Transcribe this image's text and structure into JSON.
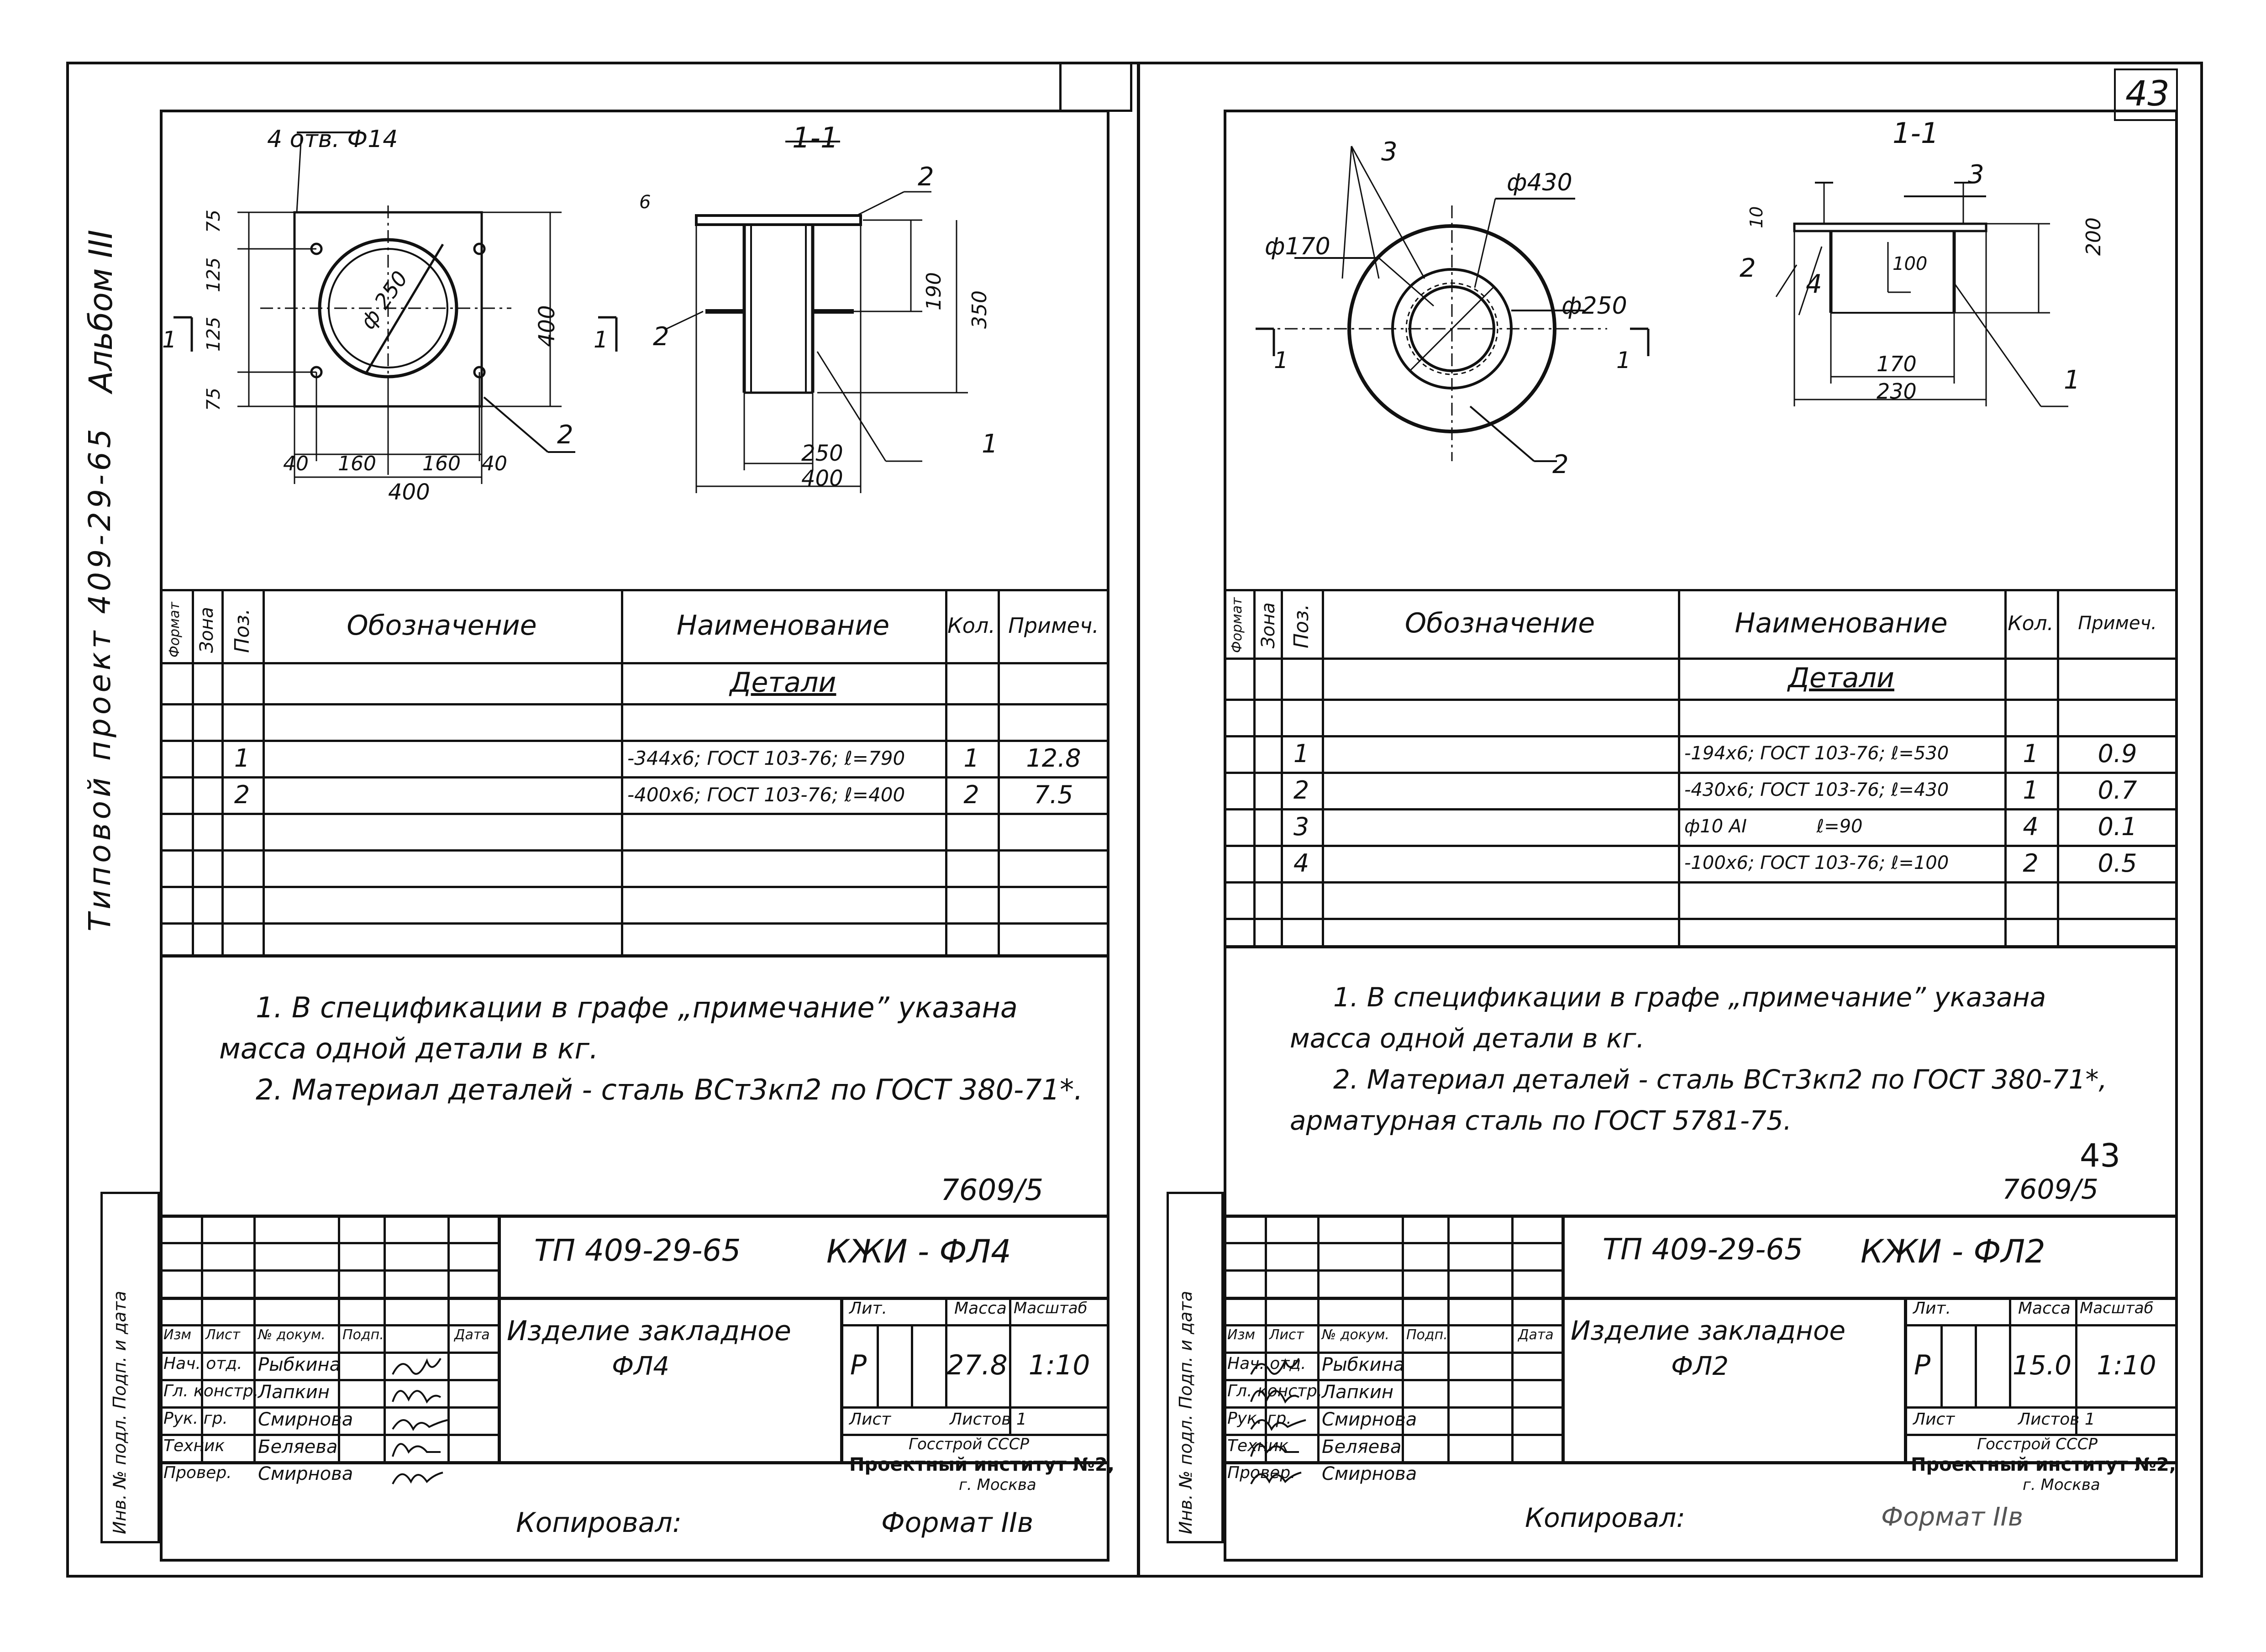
{
  "page_number": "43",
  "side_margin": {
    "album": "Альбом III",
    "project": "Типовой проект 409-29-65"
  },
  "left_sheet": {
    "drawing": {
      "section_label": "1-1",
      "hole_note": "4 отв. Ф14",
      "plan_dims": [
        "75",
        "125",
        "125",
        "75",
        "40",
        "160",
        "160",
        "40",
        "400",
        "400"
      ],
      "plan_diameter": "ф 250",
      "section_dims": [
        "6",
        "190",
        "350",
        "250",
        "400"
      ],
      "leaders": [
        "2",
        "2",
        "2",
        "1"
      ],
      "cut_marks": [
        "1",
        "1"
      ]
    },
    "table": {
      "headers": {
        "format": "Формат",
        "zone": "Зона",
        "pos": "Поз.",
        "designation": "Обозначение",
        "name": "Наименование",
        "qty": "Кол.",
        "note": "Примеч."
      },
      "section_title": "Детали",
      "rows": [
        {
          "pos": "1",
          "name": "-344х6; ГОСТ 103-76; ℓ=790",
          "qty": "1",
          "note": "12.8"
        },
        {
          "pos": "2",
          "name": "-400х6; ГОСТ 103-76; ℓ=400",
          "qty": "2",
          "note": "7.5"
        }
      ]
    },
    "notes": [
      "1. В спецификации в графе „примечание” указана",
      "масса одной детали в кг.",
      "2. Материал деталей - сталь ВСт3кп2 по ГОСТ 380-71*."
    ],
    "sheet_code": "7609/5",
    "title_block": {
      "doc_code": "ТП 409-29-65",
      "item_code": "КЖИ - ФЛ4",
      "item_name_1": "Изделие закладное",
      "item_name_2": "ФЛ4",
      "col_heads": [
        "Изм",
        "Лист",
        "№ докум.",
        "Подп.",
        "Дата"
      ],
      "roles": [
        "Нач. отд.",
        "Гл. констр.",
        "Рук. гр.",
        "Техник",
        "Провер."
      ],
      "names": [
        "Рыбкина",
        "Лапкин",
        "Смирнова",
        "Беляева",
        "Смирнова"
      ],
      "lit_label": "Лит.",
      "mass_label": "Масса",
      "scale_label": "Масштаб",
      "lit": "Р",
      "mass": "27.8",
      "scale": "1:10",
      "sheet_label": "Лист",
      "sheets_label": "Листов 1",
      "org_1": "Госстрой СССР",
      "org_2": "Проектный институт №2,",
      "org_3": "г. Москва",
      "side_label": "Инв. № подл.  Подп. и дата"
    },
    "copied": "Копировал:",
    "format": "Формат IIв"
  },
  "right_sheet": {
    "drawing": {
      "section_label": "1-1",
      "diameters": [
        "ф430",
        "ф170",
        "ф250"
      ],
      "leaders": [
        "3",
        "2",
        "3",
        "2",
        "4",
        "1"
      ],
      "section_dims": [
        "10",
        "200",
        "100",
        "170",
        "230"
      ],
      "cut_marks": [
        "1",
        "1"
      ]
    },
    "table": {
      "headers": {
        "format": "Формат",
        "zone": "Зона",
        "pos": "Поз.",
        "designation": "Обозначение",
        "name": "Наименование",
        "qty": "Кол.",
        "note": "Примеч."
      },
      "section_title": "Детали",
      "rows": [
        {
          "pos": "1",
          "name": "-194х6; ГОСТ 103-76; ℓ=530",
          "qty": "1",
          "note": "0.9"
        },
        {
          "pos": "2",
          "name": "-430х6; ГОСТ 103-76; ℓ=430",
          "qty": "1",
          "note": "0.7"
        },
        {
          "pos": "3",
          "name": "ф10 АI            ℓ=90",
          "qty": "4",
          "note": "0.1"
        },
        {
          "pos": "4",
          "name": "-100х6; ГОСТ 103-76; ℓ=100",
          "qty": "2",
          "note": "0.5"
        }
      ]
    },
    "notes": [
      "1. В спецификации в графе „примечание” указана",
      "масса одной детали в кг.",
      "2. Материал деталей - сталь ВСт3кп2 по ГОСТ 380-71*,",
      "арматурная сталь по ГОСТ 5781-75."
    ],
    "page_handwritten": "43",
    "sheet_code": "7609/5",
    "title_block": {
      "doc_code": "ТП 409-29-65",
      "item_code": "КЖИ - ФЛ2",
      "item_name_1": "Изделие закладное",
      "item_name_2": "ФЛ2",
      "col_heads": [
        "Изм",
        "Лист",
        "№ докум.",
        "Подп.",
        "Дата"
      ],
      "roles": [
        "Нач. отд.",
        "Гл. констр.",
        "Рук. гр.",
        "Техник",
        "Провер."
      ],
      "names": [
        "Рыбкина",
        "Лапкин",
        "Смирнова",
        "Беляева",
        "Смирнова"
      ],
      "lit_label": "Лит.",
      "mass_label": "Масса",
      "scale_label": "Масштаб",
      "lit": "Р",
      "mass": "15.0",
      "scale": "1:10",
      "sheet_label": "Лист",
      "sheets_label": "Листов 1",
      "org_1": "Госстрой СССР",
      "org_2": "Проектный институт №2,",
      "org_3": "г. Москва",
      "side_label": "Инв. № подл.  Подп. и дата"
    },
    "copied": "Копировал:",
    "format": "Формат IIв"
  }
}
